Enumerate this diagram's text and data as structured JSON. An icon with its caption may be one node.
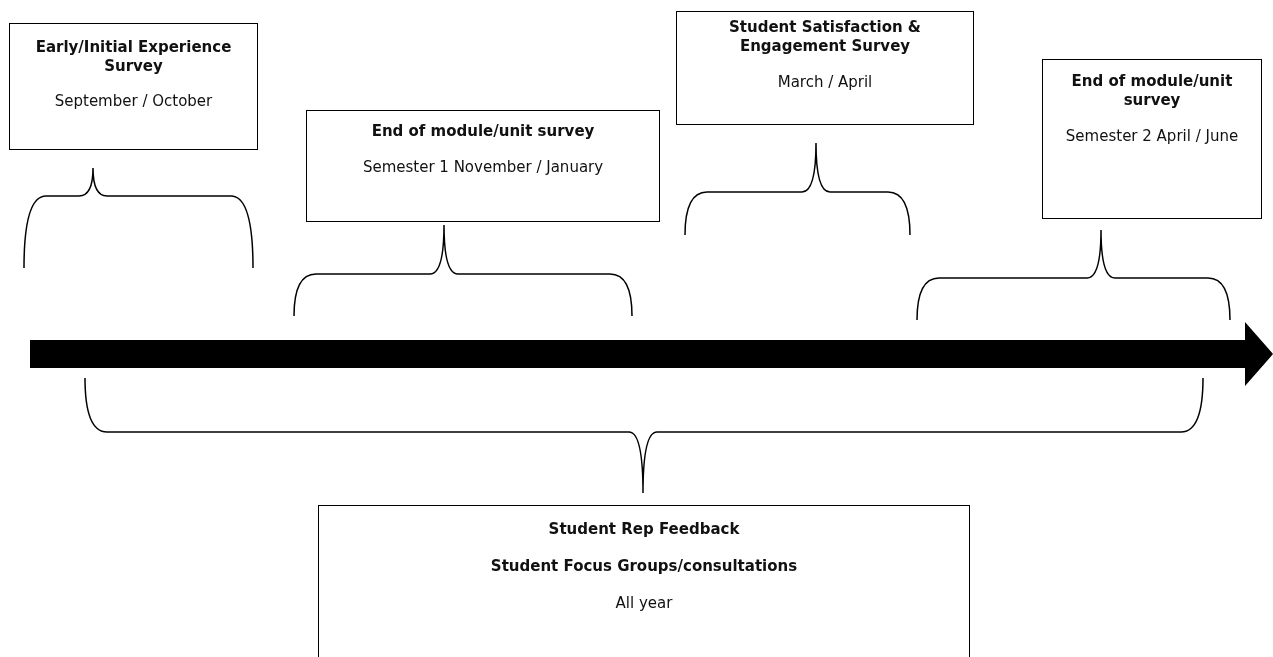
{
  "diagram": {
    "nodes": [
      {
        "text": [
          "Early/Initial Experience Survey",
          "September / October"
        ]
      },
      {
        "text": [
          "End of module/unit survey",
          "Semester 1 November / January"
        ]
      },
      {
        "text": [
          "Student Satisfaction & Engagement Survey",
          "March / April"
        ]
      },
      {
        "text": [
          "End of module/unit survey",
          "Semester 2 April / June"
        ]
      },
      {
        "text": [
          "Student Rep Feedback",
          "Student Focus Groups/consultations",
          "All year"
        ]
      }
    ]
  }
}
